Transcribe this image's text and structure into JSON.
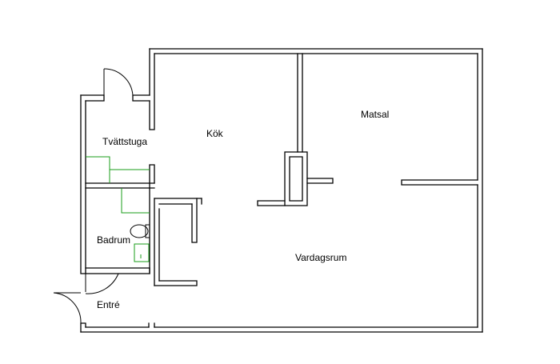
{
  "colors": {
    "wall": "#000000",
    "fixture": "#1a9c1a",
    "door": "#000000",
    "background": "#ffffff"
  },
  "rooms": {
    "kitchen": "Kök",
    "dining": "Matsal",
    "laundry": "Tvättstuga",
    "bathroom": "Badrum",
    "entrance": "Entré",
    "living": "Vardagsrum"
  }
}
